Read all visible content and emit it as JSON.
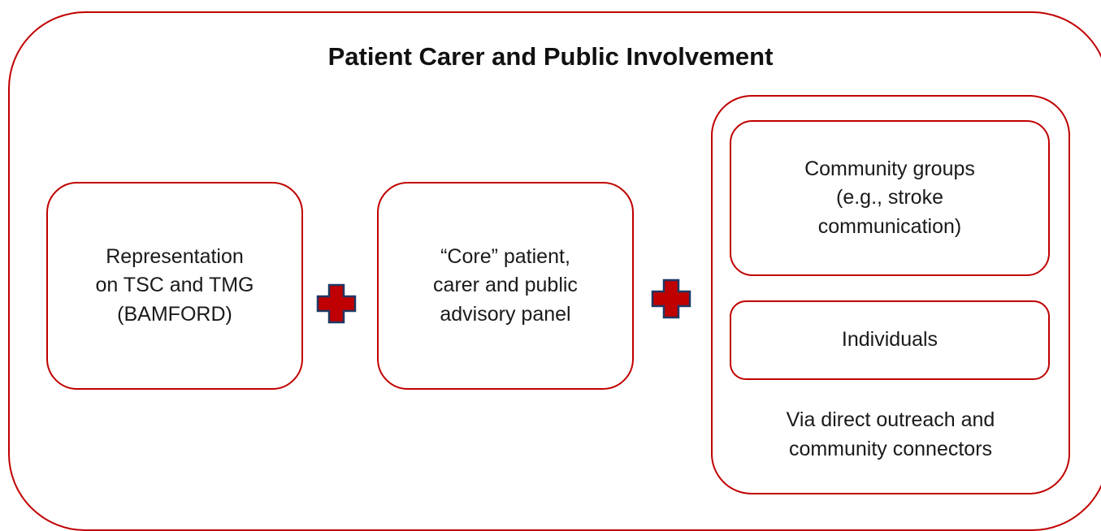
{
  "title": "Patient Carer and Public Involvement",
  "boxes": {
    "representation": [
      "Representation",
      "on TSC and TMG",
      "(BAMFORD)"
    ],
    "core_panel": [
      "“Core” patient,",
      "carer and public",
      "advisory panel"
    ],
    "community_groups": [
      "Community groups",
      "(e.g., stroke",
      "communication)"
    ],
    "individuals": [
      "Individuals"
    ]
  },
  "outreach": [
    "Via direct outreach and",
    "community connectors"
  ],
  "colors": {
    "border": "#c00000",
    "plus_fill": "#c00000",
    "plus_stroke": "#1f3864"
  },
  "icons": [
    "plus-icon",
    "plus-icon"
  ]
}
